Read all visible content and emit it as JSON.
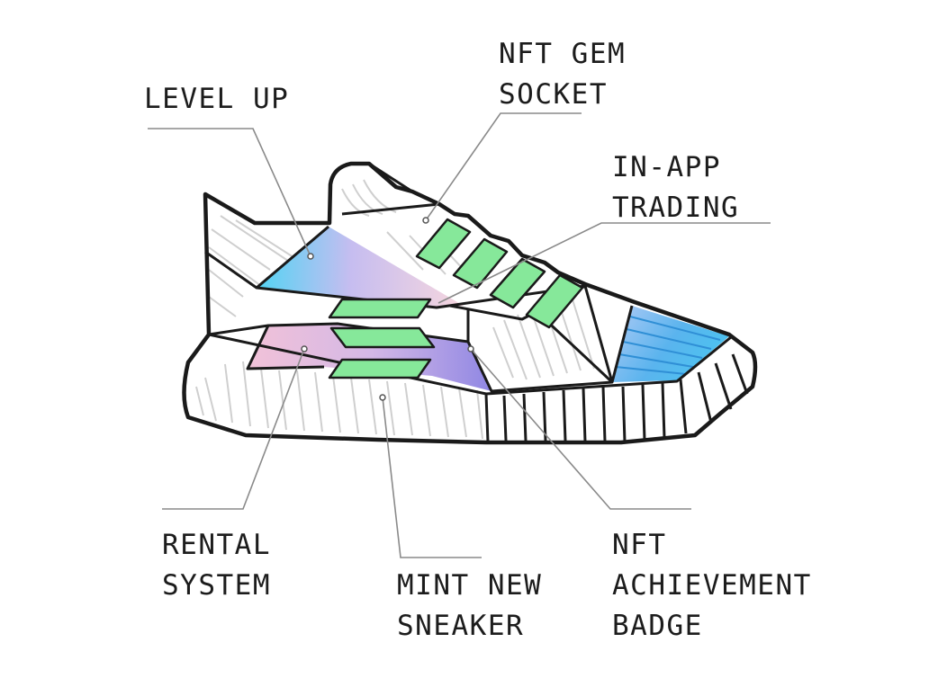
{
  "labels": {
    "level_up": [
      "LEVEL UP"
    ],
    "nft_gem_socket": [
      "NFT GEM",
      "SOCKET"
    ],
    "in_app_trading": [
      "IN-APP",
      "TRADING"
    ],
    "rental_system": [
      "RENTAL",
      "SYSTEM"
    ],
    "mint_new_sneaker": [
      "MINT NEW",
      "SNEAKER"
    ],
    "nft_achievement_badge": [
      "NFT",
      "ACHIEVEMENT",
      "BADGE"
    ]
  },
  "colors": {
    "outline": "#1a1a1a",
    "hatch": "#c8c8c8",
    "leader": "#8a8a8a",
    "lace_green": "#86e89a",
    "gradient_blue": "#5ad0f2",
    "gradient_pink": "#f4c8dc",
    "gradient_purple": "#9a90e6",
    "toe_blue": "#4fb0ec"
  }
}
